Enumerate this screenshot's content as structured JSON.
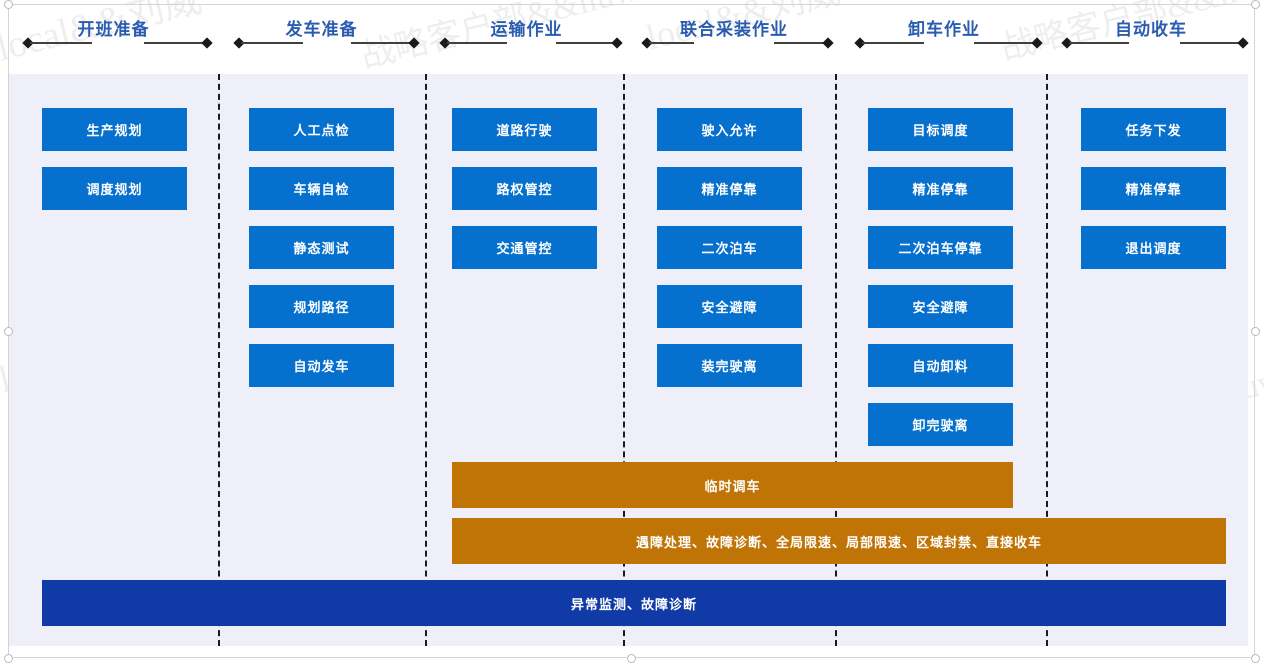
{
  "diagram": {
    "title_color": "#2a5cb0",
    "task_color": "#0570ce",
    "orange_color": "#bf7405",
    "navy_color": "#103aa5",
    "panel_color": "#eeeff8",
    "phases": [
      {
        "label": "开班准备",
        "tasks": [
          "生产规划",
          "调度规划"
        ]
      },
      {
        "label": "发车准备",
        "tasks": [
          "人工点检",
          "车辆自检",
          "静态测试",
          "规划路径",
          "自动发车"
        ]
      },
      {
        "label": "运输作业",
        "tasks": [
          "道路行驶",
          "路权管控",
          "交通管控"
        ]
      },
      {
        "label": "联合采装作业",
        "tasks": [
          "驶入允许",
          "精准停靠",
          "二次泊车",
          "安全避障",
          "装完驶离"
        ]
      },
      {
        "label": "卸车作业",
        "tasks": [
          "目标调度",
          "精准停靠",
          "二次泊车停靠",
          "安全避障",
          "自动卸料",
          "卸完驶离"
        ]
      },
      {
        "label": "自动收车",
        "tasks": [
          "任务下发",
          "精准停靠",
          "退出调度"
        ]
      }
    ],
    "bars": [
      {
        "name": "temp-dispatch-bar",
        "label": "临时调车",
        "color": "#bf7405"
      },
      {
        "name": "exception-handling-bar",
        "label": "遇障处理、故障诊断、全局限速、局部限速、区域封禁、直接收车",
        "color": "#bf7405"
      },
      {
        "name": "monitoring-bar",
        "label": "异常监测、故障诊断",
        "color": "#103aa5"
      }
    ],
    "watermarks": [
      "local&&刘威",
      "战略客户部&&liuwei",
      "local&&刘威",
      "战略客户部&&liuwei",
      "local&&刘威",
      "战略客户部&&liuwei",
      "liuwei、local&&刘威",
      "战略客户部&&liuwei"
    ]
  }
}
